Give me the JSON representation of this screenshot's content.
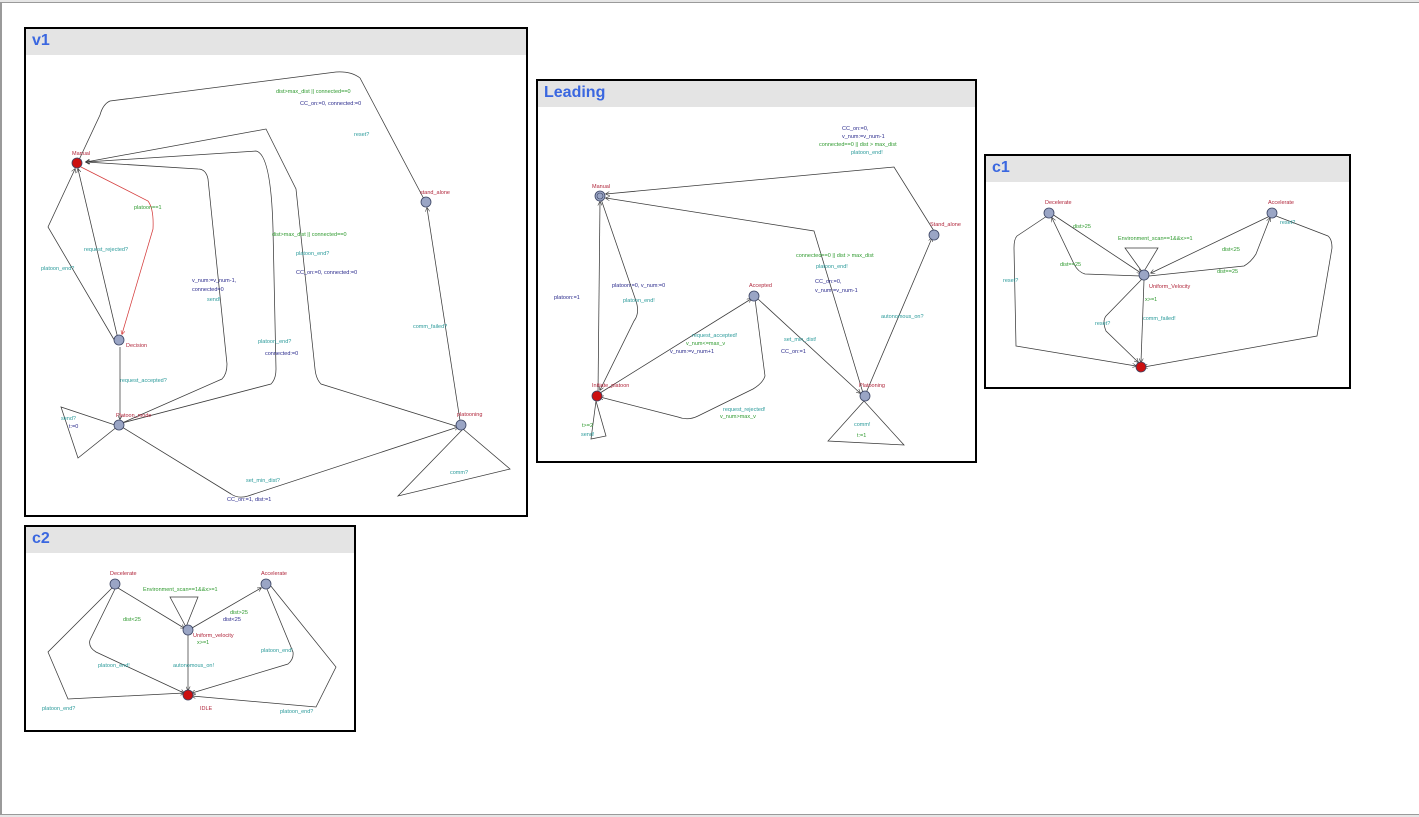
{
  "panels": {
    "v1": {
      "title": "v1",
      "locations": {
        "manual": "Manual",
        "decision": "Decision",
        "platoon_mode": "Platoon_mode",
        "stand_alone": "stand_alone",
        "platooning": "platooning"
      },
      "labels": {
        "dist_guard": "dist>max_dist || connected==0",
        "cc_assign": "CC_on:=0, connected:=0",
        "reset": "reset?",
        "platoon_guard": "platoon==1",
        "req_rejected": "request_rejected?",
        "platoon_end_1": "platoon_end?",
        "vnum_assign": "v_num:=v_num-1,",
        "connected_assign": "connected=0",
        "send": "send!",
        "dist_guard2": "dist>max_dist || connected==0",
        "platoon_end_2": "platoon_end?",
        "cc_assign2": "CC_on:=0, connected:=0",
        "platoon_end_3": "platoon_end?",
        "connected_assign2": "connected:=0",
        "comm_failed": "comm_failed?",
        "req_accepted": "request_accepted?",
        "send2": "send?",
        "t_reset": "t:=0",
        "comm": "comm?",
        "set_min_dist": "set_min_dist?",
        "cc_dist": "CC_on:=1, dist:=1"
      }
    },
    "leading": {
      "title": "Leading",
      "locations": {
        "manual": "Manual",
        "initiate": "Initiate_platoon",
        "accepted": "Accepted",
        "stand_alone": "Stand_alone",
        "platooning": "Platooning"
      },
      "labels": {
        "cc_on": "CC_on:=0,",
        "vnum": "v_num:=v_num-1",
        "connected_guard": "connected==0 || dist > max_dist",
        "platoon_end": "platoon_end!",
        "connected_guard2": "connected==0 || dist > max_dist",
        "platoon_end2": "platoon_end!",
        "cc_on2": "CC_on:=0,",
        "vnum2": "v_num:=v_num-1",
        "platoon_assign": "platoon:=1",
        "platoon_reset": "platoon:=0, v_num:=0",
        "platoon_end3": "platoon_end!",
        "req_accepted": "request_accepted!",
        "vnum_max": "v_num<=max_v",
        "vnum_inc": "v_num:=v_num+1",
        "set_min": "set_min_dist!",
        "cc_on1": "CC_on:=1",
        "autonomous": "autonomous_on?",
        "t_guard": "t>=2",
        "send": "send!",
        "req_rejected": "request_rejected!",
        "vnum_max2": "v_num>max_v",
        "comm": "comm!",
        "t_reset": "t:=1"
      }
    },
    "c1": {
      "title": "c1",
      "locations": {
        "decelerate": "Decelerate",
        "accelerate": "Accelerate",
        "uniform": "Uniform_Velocity"
      },
      "labels": {
        "dist_gt": "dist>25",
        "env_scan": "Environment_scan==1&&x>=1",
        "reset_a": "reset?",
        "dist_lt": "dist<25",
        "dist_eq": "dist==25",
        "dist_eq2": "dist==25",
        "reset_b": "reset?",
        "x_guard": "x>=1",
        "reset_c": "reset?",
        "comm_failed": "comm_failed!"
      }
    },
    "c2": {
      "title": "c2",
      "locations": {
        "decelerate": "Decelerate",
        "accelerate": "Accelerate",
        "uniform": "Uniform_velocity",
        "idle": "IDLE"
      },
      "labels": {
        "env_scan": "Environment_scan==1&&x>=1",
        "dist_gt": "dist>25",
        "dist_lt": "dist<25",
        "dist_lt2": "dist<25",
        "x_guard": "x>=1",
        "platoon_end1": "platoon_end!",
        "autonomous": "autonomous_on!",
        "platoon_end2": "platoon_end!",
        "platoon_end3": "platoon_end?",
        "platoon_end4": "platoon_end?"
      }
    }
  }
}
